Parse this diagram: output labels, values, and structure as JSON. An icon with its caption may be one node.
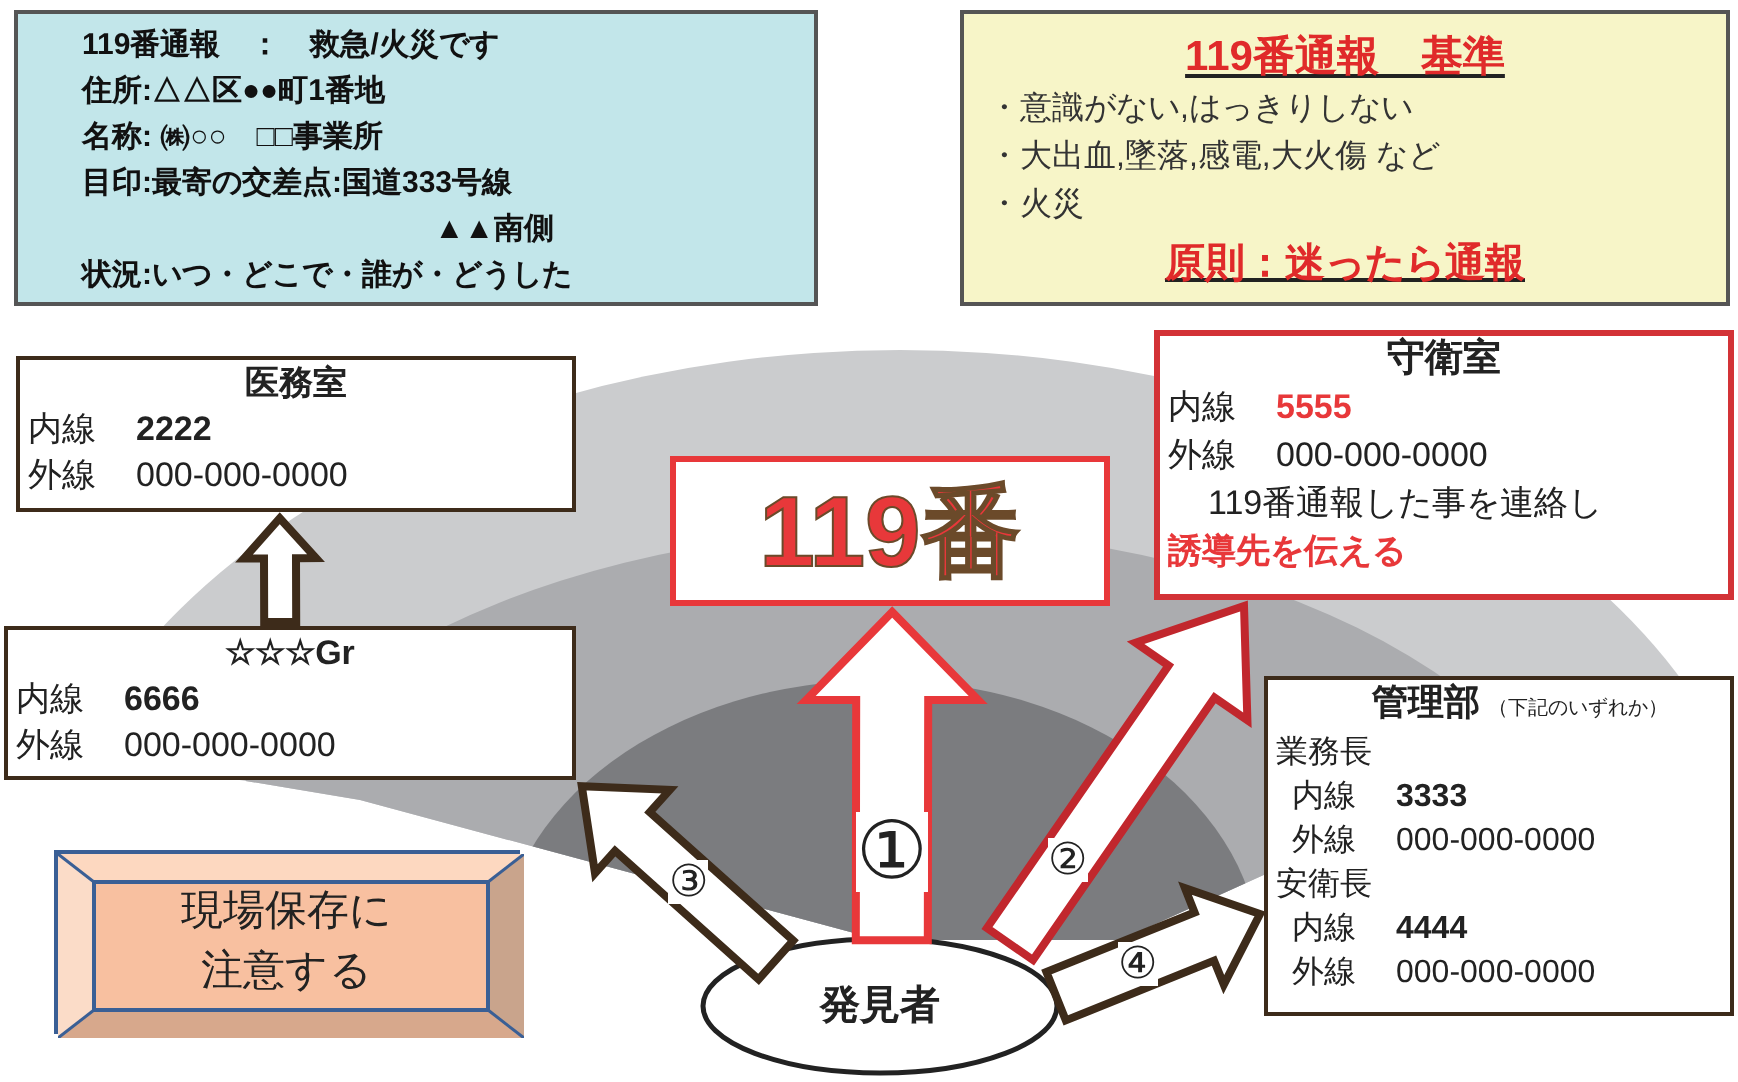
{
  "diagram": {
    "nodes": [
      {
        "text": [
          "119番通報　：　救急/火災です",
          "住所:△△区●●町1番地",
          "名称: ㈱○○　□□事業所",
          "目印:最寄の交差点:国道333号線 ▲▲南側",
          "状況:いつ・どこで・誰が・どうした"
        ]
      },
      {
        "text": [
          "119番通報　基準",
          "・意識がない,はっきりしない",
          "・大出血,墜落,感電,大火傷 など",
          "・火災",
          "原則：迷ったら通報"
        ]
      },
      {
        "text": [
          "医務室",
          "内線",
          "2222",
          "外線",
          "000-000-0000"
        ]
      },
      {
        "text": [
          "守衛室",
          "内線",
          "5555",
          "外線",
          "000-000-0000",
          "119番通報した事を連絡し",
          "誘導先を伝える"
        ]
      },
      {
        "text": [
          "119番"
        ]
      },
      {
        "text": [
          "☆☆☆Gr",
          "内線",
          "6666",
          "外線",
          "000-000-0000"
        ]
      },
      {
        "text": [
          "管理部",
          "（下記のいずれか）",
          "業務長",
          "内線",
          "3333",
          "外線",
          "000-000-0000",
          "安衛長",
          "内線",
          "4444",
          "外線",
          "000-000-0000"
        ]
      },
      {
        "text": [
          "現場保存に注意する"
        ]
      },
      {
        "text": [
          "発見者"
        ]
      }
    ],
    "edges": [
      {
        "from": 8,
        "to": 4,
        "arrow": "to",
        "label": "①",
        "color": "#e8383a"
      },
      {
        "from": 8,
        "to": 3,
        "arrow": "to",
        "label": "②",
        "color": "#c1272d"
      },
      {
        "from": 8,
        "to": 5,
        "arrow": "to",
        "label": "③"
      },
      {
        "from": 8,
        "to": 6,
        "arrow": "to",
        "label": "④"
      },
      {
        "from": 5,
        "to": 2,
        "arrow": "to"
      }
    ]
  }
}
